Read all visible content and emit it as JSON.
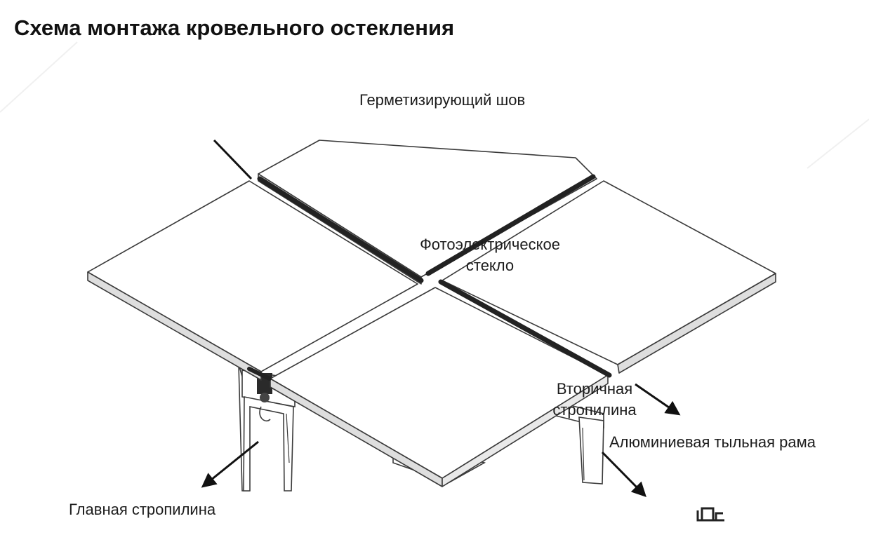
{
  "title": "Схема монтажа кровельного остекления",
  "labels": {
    "sealing_seam": "Герметизирующий шов",
    "pv_glass": [
      "Фотоэлектрическое",
      "стекло"
    ],
    "secondary_rafter": [
      "Вторичная",
      "стропилина"
    ],
    "aluminium_frame": "Алюминиевая тыльная рама",
    "main_rafter": "Главная стропилина"
  },
  "colors": {
    "stroke": "#3a3a3a",
    "glass_fill": "#ffffff",
    "seal": "#222222",
    "arrow": "#111111"
  },
  "icons": [
    "logo-mark-icon"
  ]
}
